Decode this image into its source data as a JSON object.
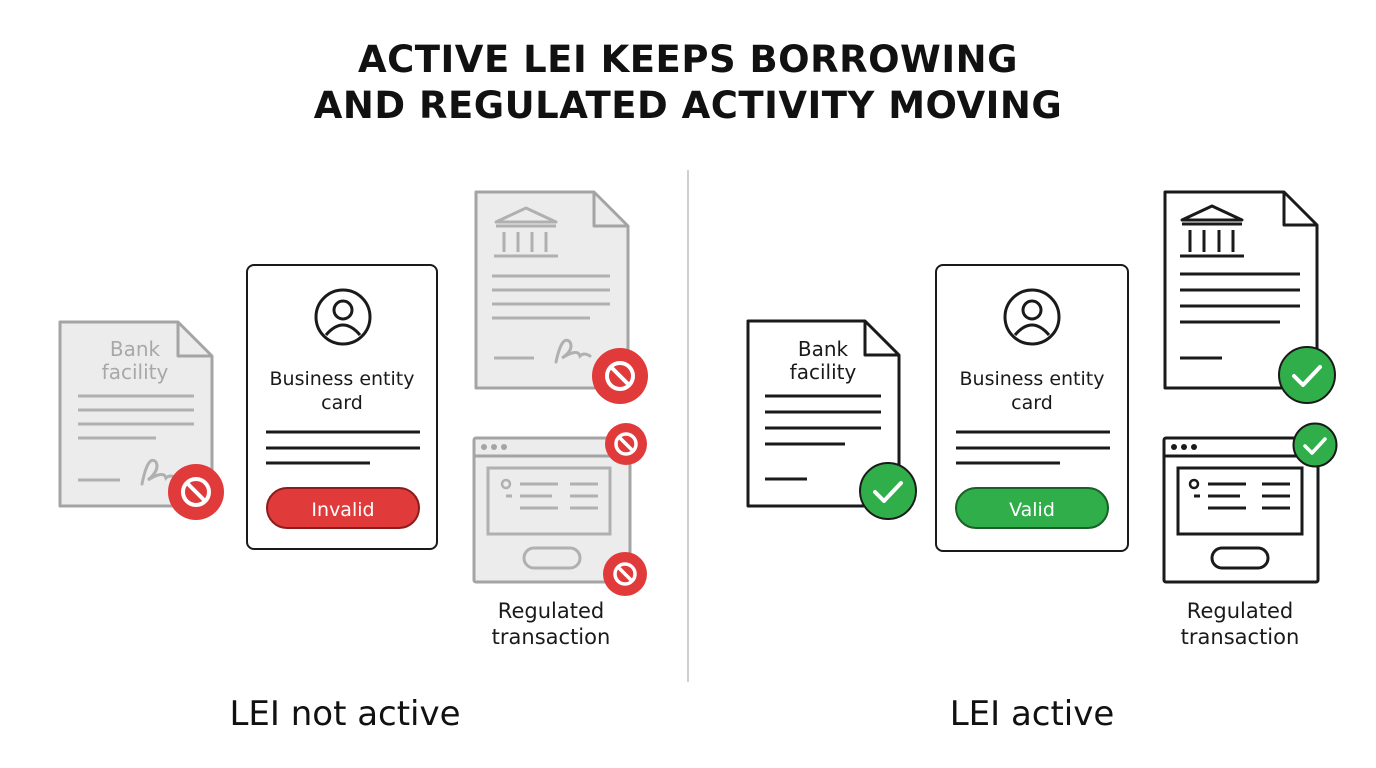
{
  "title": {
    "line1": "ACTIVE LEI  KEEPS BORROWING",
    "line2": "AND REGULATED ACTIVITY MOVING"
  },
  "left": {
    "caption": "LEI not active",
    "bank_doc": {
      "line1": "Bank",
      "line2": "facility",
      "status_icon": "prohibited-icon"
    },
    "entity_card": {
      "line1": "Business entity",
      "line2": "card",
      "status_label": "Invalid",
      "icon": "user-avatar-icon"
    },
    "bank_document": {
      "icon": "bank-building-icon",
      "status_icon": "prohibited-icon"
    },
    "transaction": {
      "line1": "Regulated",
      "line2": "transaction",
      "status_icon": "prohibited-icon"
    }
  },
  "right": {
    "caption": "LEI active",
    "bank_doc": {
      "line1": "Bank",
      "line2": "facility",
      "status_icon": "checkmark-icon"
    },
    "entity_card": {
      "line1": "Business entity",
      "line2": "card",
      "status_label": "Valid",
      "icon": "user-avatar-icon"
    },
    "bank_document": {
      "icon": "bank-building-icon",
      "status_icon": "checkmark-icon"
    },
    "transaction": {
      "line1": "Regulated",
      "line2": "transaction",
      "status_icon": "checkmark-icon"
    }
  },
  "colors": {
    "invalid_red": "#e03a3a",
    "valid_green": "#2fae4a",
    "inactive_gray": "#9a9a9a",
    "inactive_fill": "#ececec",
    "active_stroke": "#1a1a1a"
  }
}
